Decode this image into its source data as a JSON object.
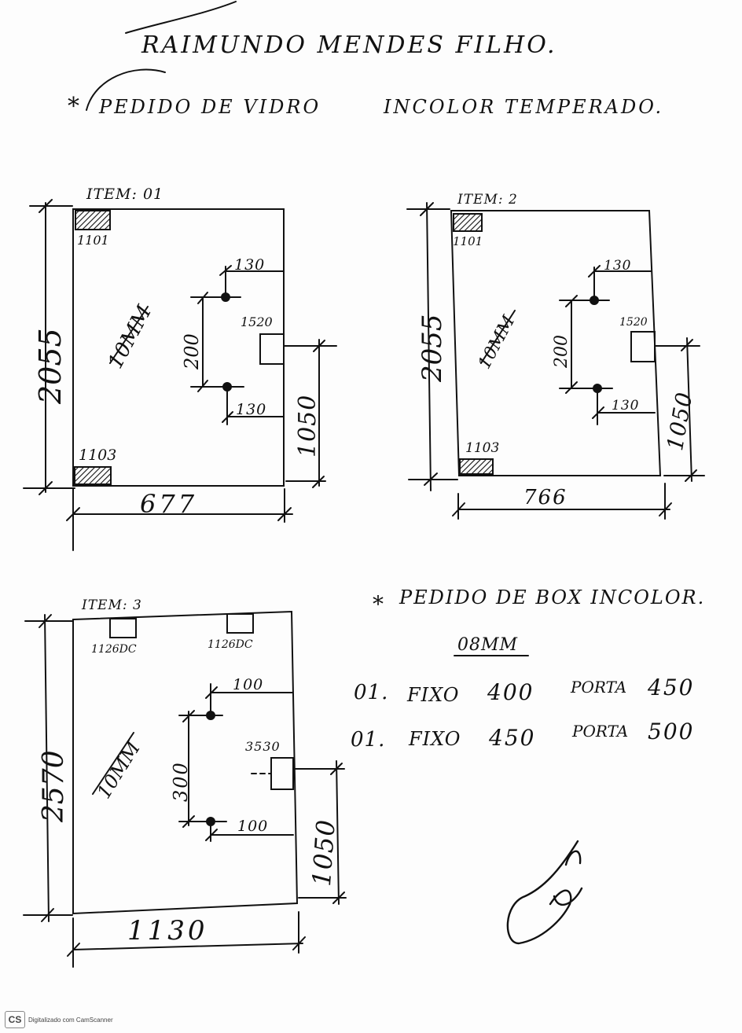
{
  "header": {
    "name": "RAIMUNDO MENDES FILHO.",
    "order_line_1": "PEDIDO DE VIDRO",
    "order_line_2": "INCOLOR TEMPERADO."
  },
  "items": [
    {
      "title": "ITEM: 01",
      "height": "2055",
      "width": "677",
      "thickness": "10MM",
      "hinge_top": "1101",
      "hinge_bottom": "1103",
      "hole_top_offset": "130",
      "hole_spacing": "200",
      "hole_bottom_offset": "130",
      "lock_code": "1520",
      "lock_height": "1050"
    },
    {
      "title": "ITEM: 2",
      "height": "2055",
      "width": "766",
      "thickness": "10MM",
      "hinge_top": "1101",
      "hinge_bottom": "1103",
      "hole_top_offset": "130",
      "hole_spacing": "200",
      "hole_bottom_offset": "130",
      "lock_code": "1520",
      "lock_height": "1050"
    },
    {
      "title": "ITEM: 3",
      "height": "2570",
      "width": "1130",
      "thickness": "10MM",
      "fitting_left": "1126DC",
      "fitting_right": "1126DC",
      "hole_top_offset": "100",
      "hole_spacing": "300",
      "hole_bottom_offset": "100",
      "lock_code": "3530",
      "lock_height": "1050"
    }
  ],
  "box_order": {
    "title": "PEDIDO DE BOX INCOLOR.",
    "thickness": "08MM",
    "lines": [
      {
        "qty": "01.",
        "fixo_label": "FIXO",
        "fixo": "400",
        "porta_label": "PORTA",
        "porta": "450"
      },
      {
        "qty": "01.",
        "fixo_label": "FIXO",
        "fixo": "450",
        "porta_label": "PORTA",
        "porta": "500"
      }
    ]
  },
  "footer": {
    "logo": "CS",
    "text": "Digitalizado com CamScanner"
  }
}
